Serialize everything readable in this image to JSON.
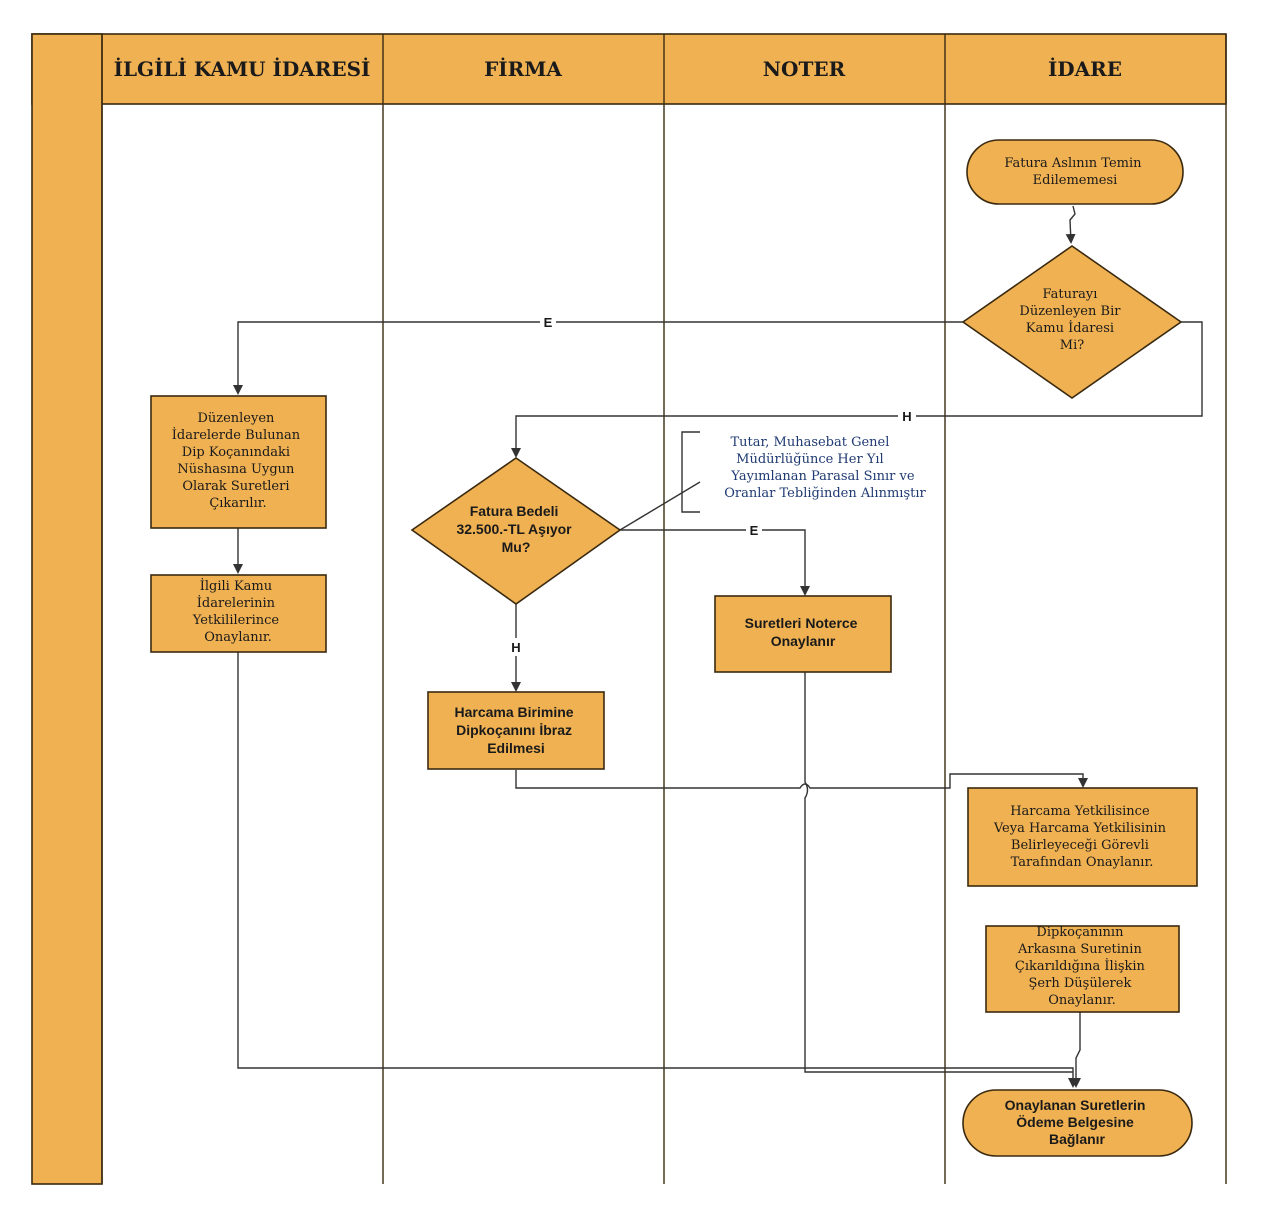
{
  "colors": {
    "fill": "#f0b152",
    "stroke": "#3a2a10",
    "line": "#333333",
    "note_text": "#1f3a73"
  },
  "lanes": [
    {
      "id": "kamu",
      "title": "İLGİLİ KAMU İDARESİ"
    },
    {
      "id": "firma",
      "title": "FİRMA"
    },
    {
      "id": "noter",
      "title": "NOTER"
    },
    {
      "id": "idare",
      "title": "İDARE"
    }
  ],
  "nodes": {
    "start": [
      "Fatura Aslının Temin",
      "Edilememesi"
    ],
    "decision1": [
      "Faturayı",
      "Düzenleyen Bir",
      "Kamu İdaresi",
      "Mi?"
    ],
    "kamu_box1": [
      "Düzenleyen",
      "İdarelerde Bulunan",
      "Dip Koçanındaki",
      "Nüshasına Uygun",
      "Olarak Suretleri",
      "Çıkarılır."
    ],
    "kamu_box2": [
      "İlgili Kamu",
      "İdarelerinin",
      "Yetkililerince",
      "Onaylanır."
    ],
    "decision2": [
      "Fatura Bedeli",
      "32.500.-TL Aşıyor",
      "Mu?"
    ],
    "note": [
      "Tutar, Muhasebat Genel",
      "Müdürlüğünce Her Yıl",
      "Yayımlanan Parasal Sınır ve",
      "Oranlar Tebliğinden Alınmıştır"
    ],
    "noter_box": [
      "Suretleri Noterce",
      "Onaylanır"
    ],
    "firma_box": [
      "Harcama Birimine",
      "Dipkoçanını İbraz",
      "Edilmesi"
    ],
    "idare_box1": [
      "Harcama Yetkilisince",
      "Veya Harcama Yetkilisinin",
      "Belirleyeceği Görevli",
      "Tarafından Onaylanır."
    ],
    "idare_box2": [
      "Dipkoçanının",
      "Arkasına Suretinin",
      "Çıkarıldığına İlişkin",
      "Şerh Düşülerek",
      "Onaylanır."
    ],
    "end": [
      "Onaylanan Suretlerin",
      "Ödeme Belgesine",
      "Bağlanır"
    ]
  },
  "edge_labels": {
    "d1_yes": "E",
    "d1_no": "H",
    "d2_yes": "E",
    "d2_no": "H"
  }
}
